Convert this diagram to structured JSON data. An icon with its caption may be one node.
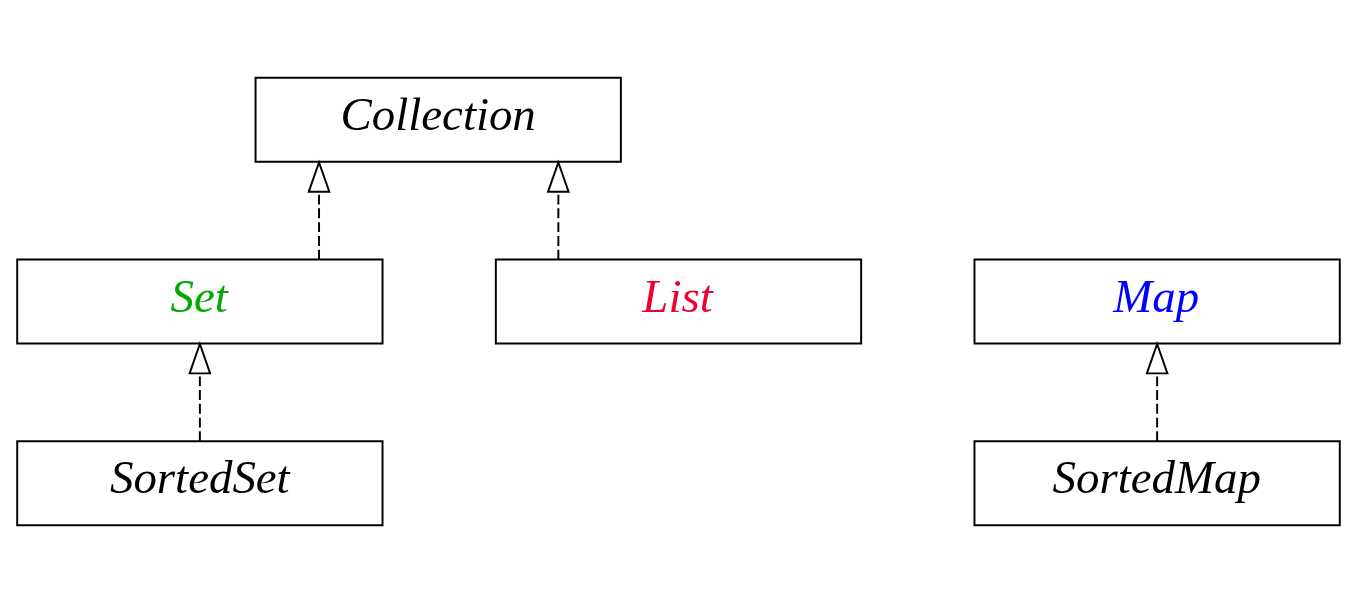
{
  "diagram": {
    "nodes": [
      {
        "text": [
          "Collection"
        ]
      },
      {
        "text": [
          "Set"
        ]
      },
      {
        "text": [
          "List"
        ]
      },
      {
        "text": [
          "SortedSet"
        ]
      },
      {
        "text": [
          "Map"
        ]
      },
      {
        "text": [
          "SortedMap"
        ]
      }
    ],
    "edges": [
      {
        "from": 1,
        "to": 0,
        "arrow": "to",
        "style": "dashed"
      },
      {
        "from": 2,
        "to": 0,
        "arrow": "to",
        "style": "dashed"
      },
      {
        "from": 3,
        "to": 1,
        "arrow": "to",
        "style": "dashed"
      },
      {
        "from": 5,
        "to": 4,
        "arrow": "to",
        "style": "dashed"
      }
    ]
  }
}
